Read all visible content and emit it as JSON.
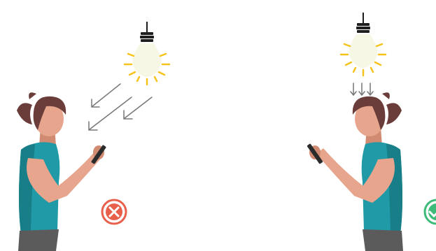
{
  "scenes": [
    {
      "id": "wrong",
      "light": "angled",
      "verdict": "incorrect",
      "verdict_icon": "x-icon",
      "verdict_color": "#e8604c"
    },
    {
      "id": "right",
      "light": "overhead",
      "verdict": "correct",
      "verdict_icon": "check-icon",
      "verdict_color": "#3dbb78"
    }
  ],
  "colors": {
    "bulb_glow": "#f6c21c",
    "bulb_glass": "#f7f7e6",
    "socket": "#1e1e1e",
    "arrow": "#777777",
    "hair": "#6a3d3a",
    "skin": "#e6a58c",
    "skin_shade": "#d18b72",
    "top": "#1f9aa6",
    "top_shade": "#187e88",
    "pants": "#5b5b5b",
    "phone": "#2b2b2b"
  }
}
